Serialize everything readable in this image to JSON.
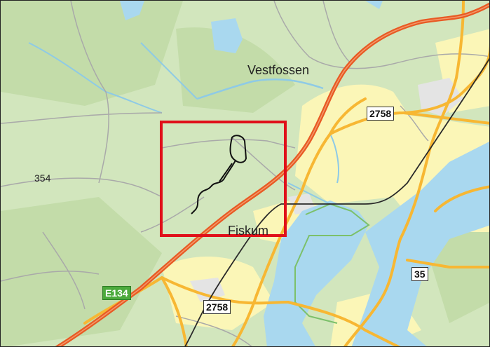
{
  "map": {
    "labels": {
      "town_vestfossen": "Vestfossen",
      "town_fiskum": "Fiskum",
      "elevation": "354"
    },
    "road_shields": {
      "e134": "E134",
      "r2758_north": "2758",
      "r2758_south": "2758",
      "r35": "35"
    },
    "colors": {
      "forest": "#cfe4b8",
      "open_land": "#fdfbc4",
      "water": "#a8d8ef",
      "urban": "#e6e6e6",
      "highway": "#e85a24",
      "main_road": "#f7b733",
      "railway": "#2a2a2a",
      "highlight": "#e0101a",
      "route_track": "#111111",
      "boundary": "#7cc06a"
    }
  }
}
